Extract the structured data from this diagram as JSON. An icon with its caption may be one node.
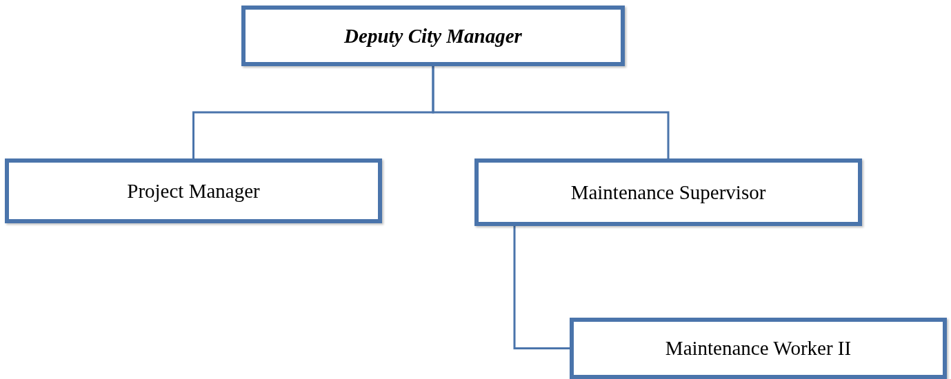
{
  "diagram": {
    "nodes": [
      {
        "text": [
          "Deputy City Manager"
        ]
      },
      {
        "text": [
          "Project Manager"
        ]
      },
      {
        "text": [
          "Maintenance Supervisor"
        ]
      },
      {
        "text": [
          "Maintenance Worker II"
        ]
      }
    ],
    "edges": [
      {
        "from": 0,
        "to": 1,
        "arrow": "none"
      },
      {
        "from": 0,
        "to": 2,
        "arrow": "none"
      },
      {
        "from": 2,
        "to": 3,
        "arrow": "none"
      }
    ]
  }
}
